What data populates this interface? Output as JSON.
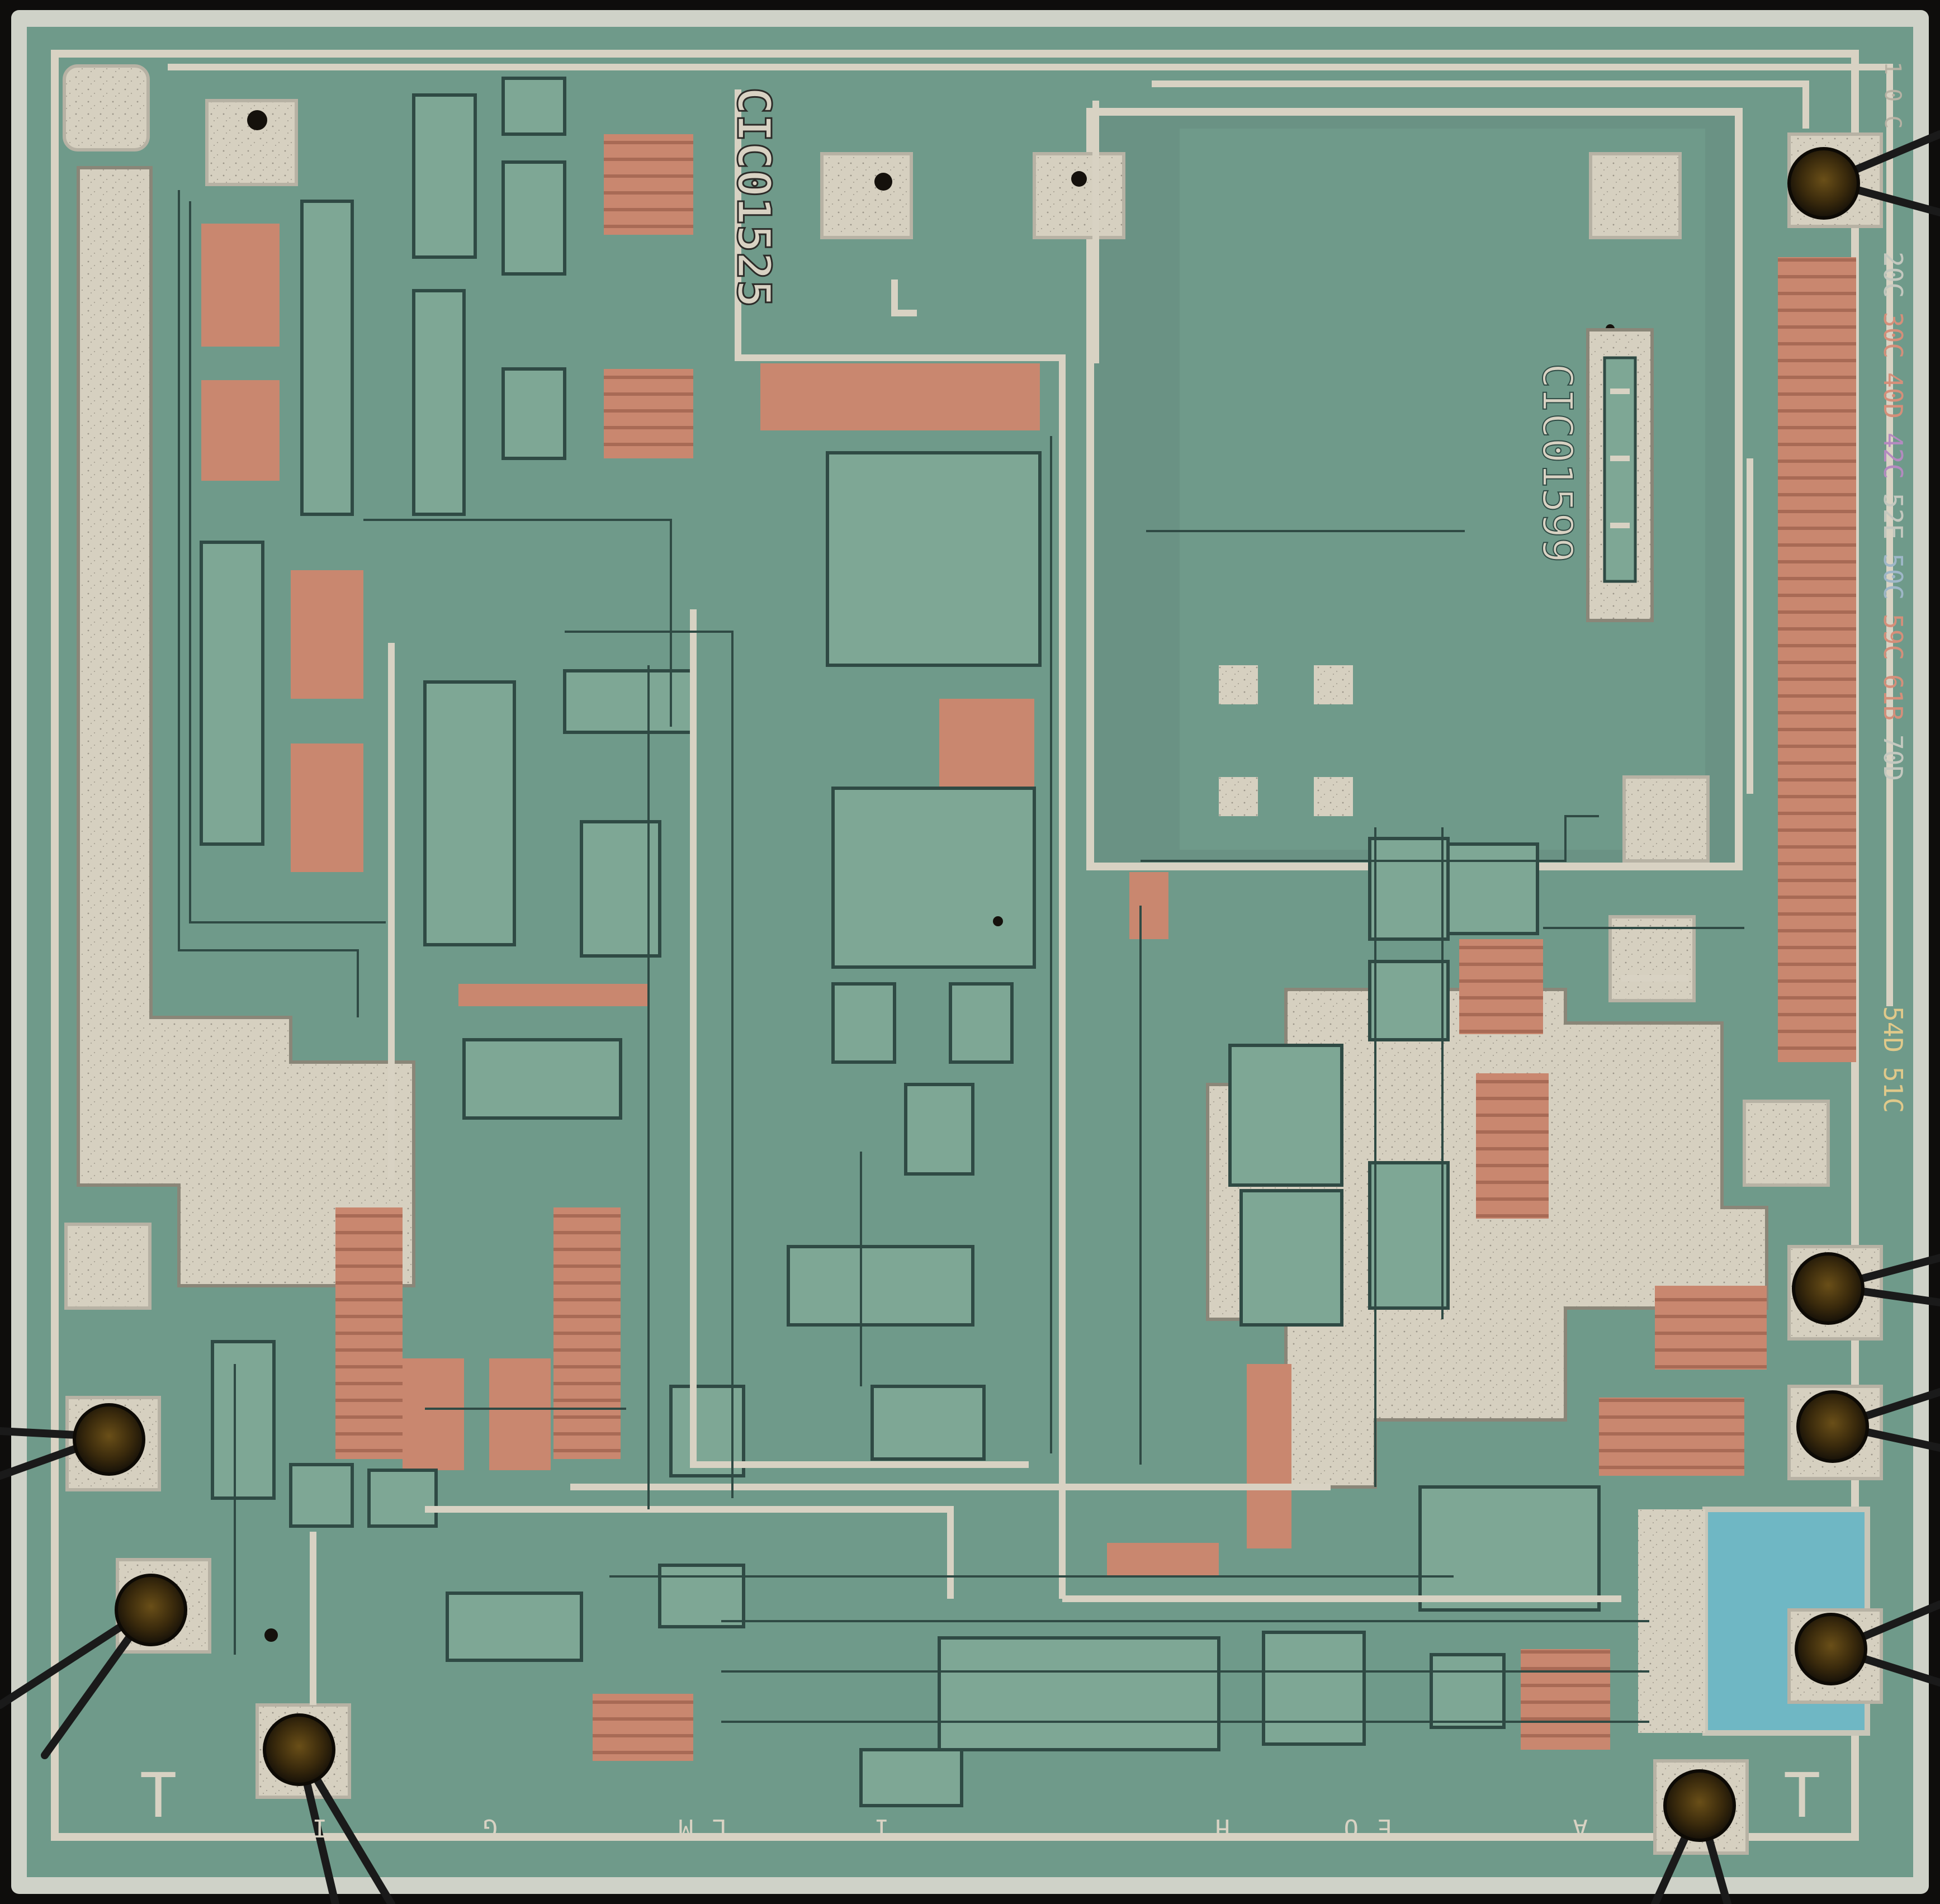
{
  "image": {
    "kind": "integrated-circuit-die-photomicrograph",
    "colors": {
      "background": "#0e0d0c",
      "die_frame": "#cfd2c8",
      "die_body": "#6f9a8a",
      "trace": "#5b7f73",
      "trace_outline": "#2f4a44",
      "resistor": "#c9876f",
      "metal_pad": "#d8d2c3",
      "bond_ball": "#3a2a10",
      "bond_wire": "#1a1a1a",
      "cyan_block": "#6fb7c4"
    }
  },
  "labels": {
    "die_id_top": "CIC01525",
    "die_id_right": "CIC01599",
    "mask_codes": [
      "20C",
      "30C",
      "40D",
      "42C",
      "52E",
      "50C",
      "59C",
      "61B",
      "70D",
      "54D",
      "51C"
    ],
    "mask_codes_top": "1 0 C",
    "corner_mark_left": "T",
    "corner_mark_right": "T",
    "edge_letters_bottom": [
      "I",
      "G",
      "M",
      "L",
      "I",
      "H",
      "O",
      "E",
      "A"
    ]
  }
}
